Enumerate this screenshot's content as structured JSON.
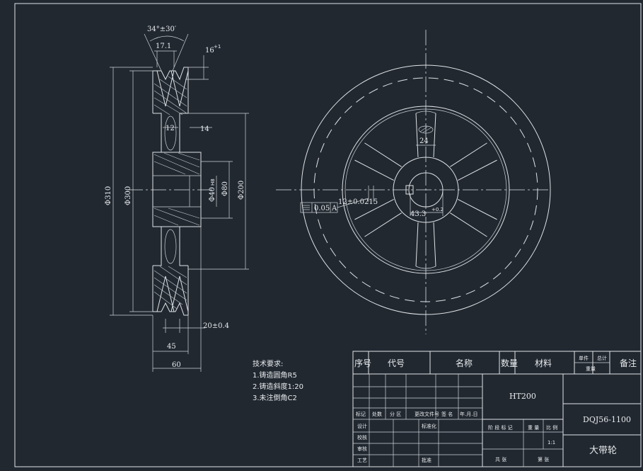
{
  "dimensions": {
    "groove_angle": "34°±30′",
    "groove_top_width": "17.1",
    "groove_depth": "16",
    "groove_depth_tol": "+1",
    "web_thickness": "12",
    "hub_extension": "14",
    "outer_dia": "Φ310",
    "pitch_dia": "Φ300",
    "rim_inner_dia": "Φ200",
    "hub_dia": "Φ80",
    "bore_dia": "Φ40",
    "bore_fit": "H8",
    "groove_spacing": "20±0.4",
    "hub_length": "45",
    "total_width": "60",
    "spoke_width": "24",
    "keyway_height": "43.3",
    "keyway_height_tol": "+0.2",
    "keyway_width": "12±0.0215",
    "symmetry_tol": "0.05",
    "datum": "A"
  },
  "notes": {
    "title": "技术要求:",
    "items": [
      "1.铸造圆角R5",
      "2.铸造斜度1:20",
      "3.未注倒角C2"
    ]
  },
  "title_block": {
    "headers": {
      "seq": "序号",
      "code": "代号",
      "name": "名称",
      "qty": "数量",
      "material": "材料",
      "unit_weight": "单件",
      "total_weight": "总计",
      "weight": "重量",
      "remark": "备注"
    },
    "material_value": "HT200",
    "drawing_no": "DQJ56-1100",
    "part_name": "大带轮",
    "row_labels": [
      "标记",
      "处数",
      "分 区",
      "更改文件号",
      "签 名",
      "年.月.日"
    ],
    "left_labels": [
      "设计",
      "校核",
      "审核",
      "工艺"
    ],
    "mid_labels": [
      "标准化",
      "批准"
    ],
    "stage_labels": [
      "阶 段 标 记",
      "重 量",
      "比 例"
    ],
    "scale": "1:1",
    "sheet_labels": [
      "共 张",
      "第 张"
    ]
  }
}
